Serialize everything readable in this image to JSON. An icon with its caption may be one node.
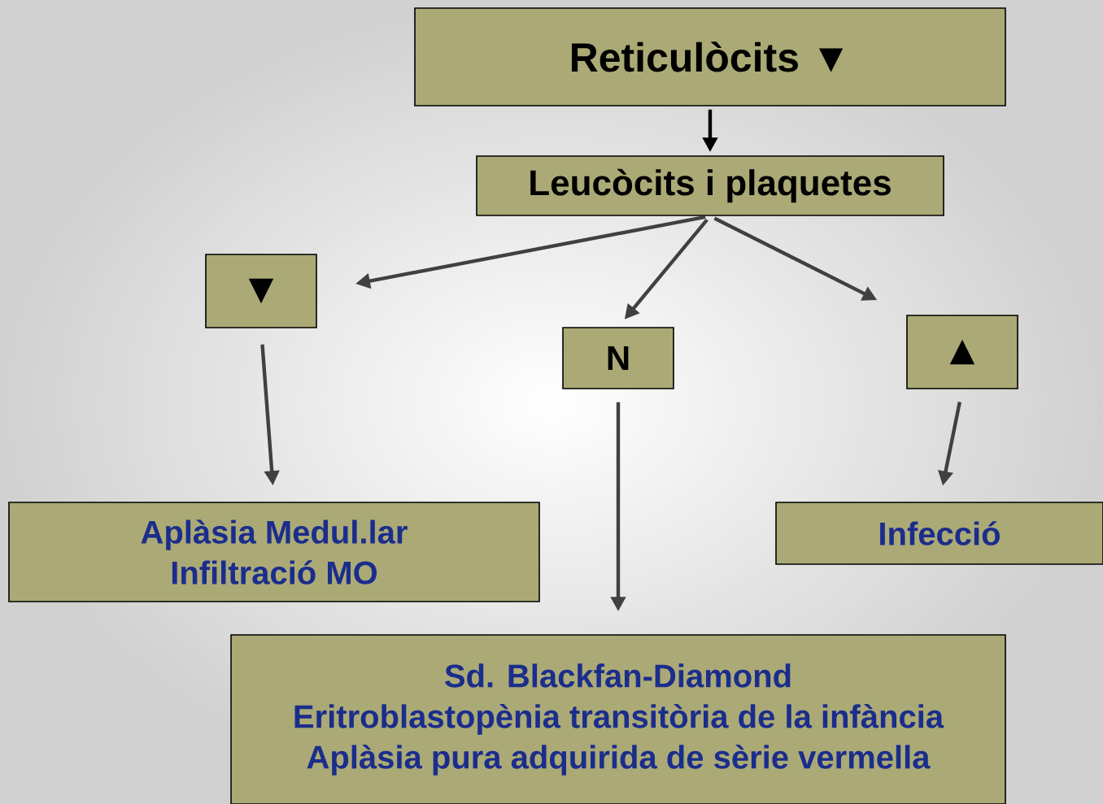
{
  "diagram": {
    "nodes": [
      {
        "text": [
          "Reticulòcits ▼"
        ]
      },
      {
        "text": [
          "Leucòcits i plaquetes"
        ]
      },
      {
        "text": [
          "▼"
        ]
      },
      {
        "text": [
          "N"
        ]
      },
      {
        "text": [
          "▲"
        ]
      },
      {
        "text": [
          "Aplàsia Medul.lar",
          "Infiltració MO"
        ]
      },
      {
        "text": [
          "Infecció"
        ]
      },
      {
        "text": [
          "Sd. Blackfan-Diamond",
          "Eritroblastopènia transitòria de la infància",
          "Aplàsia pura adquirida de sèrie vermella"
        ]
      }
    ],
    "edges": [
      {
        "from": 0,
        "to": 1,
        "arrow": "to",
        "color": "#000000"
      },
      {
        "from": 1,
        "to": 2,
        "arrow": "to"
      },
      {
        "from": 1,
        "to": 3,
        "arrow": "to"
      },
      {
        "from": 1,
        "to": 4,
        "arrow": "to"
      },
      {
        "from": 2,
        "to": 5,
        "arrow": "to"
      },
      {
        "from": 3,
        "to": 7,
        "arrow": "to"
      },
      {
        "from": 4,
        "to": 6,
        "arrow": "to"
      }
    ]
  }
}
